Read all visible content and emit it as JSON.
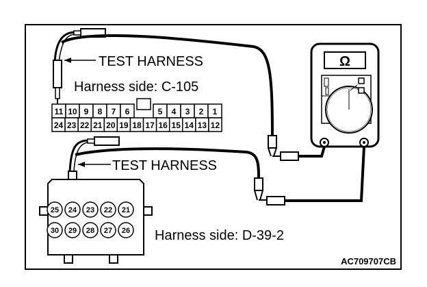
{
  "labels": {
    "test_harness_1": "TEST HARNESS",
    "test_harness_2": "TEST HARNESS",
    "harness_side_c": "Harness side: C-105",
    "harness_side_d": "Harness side: D-39-2",
    "figure_code": "AC709707CB",
    "meter_symbol": "Ω"
  },
  "connector_c105": {
    "top_row": [
      "11",
      "10",
      "9",
      "8",
      "7",
      "6",
      "",
      "5",
      "4",
      "3",
      "2",
      "1"
    ],
    "bottom_row": [
      "24",
      "23",
      "22",
      "21",
      "20",
      "19",
      "18",
      "17",
      "16",
      "15",
      "14",
      "13",
      "12"
    ]
  },
  "connector_d39": {
    "top_row": [
      "25",
      "24",
      "23",
      "22",
      "21"
    ],
    "bottom_row": [
      "30",
      "29",
      "28",
      "27",
      "26"
    ]
  }
}
